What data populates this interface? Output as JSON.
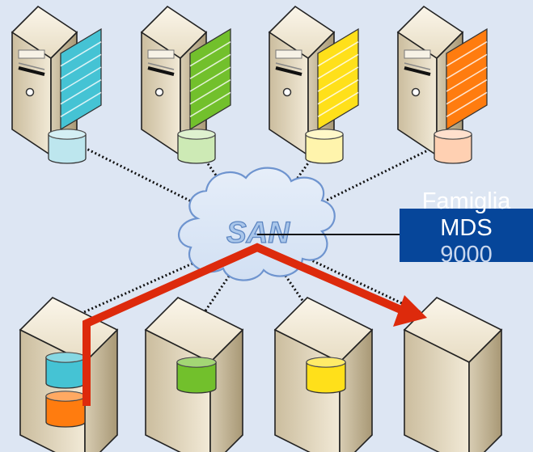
{
  "cloud": {
    "label": "SAN"
  },
  "switch_label": {
    "lines": [
      "Famiglia",
      "MDS",
      "9000"
    ]
  },
  "colors": {
    "background": "#dde6f3",
    "server_1": "#45c3d4",
    "server_2": "#72c02c",
    "server_3": "#ffe01a",
    "server_4": "#ff7c0f",
    "migration_arrow": "#dd2a0c",
    "switch_box": "#06469a"
  },
  "servers": [
    {
      "id": "server-cyan",
      "color": "#45c3d4",
      "disk": "#bde6ee"
    },
    {
      "id": "server-green",
      "color": "#72c02c",
      "disk": "#cdeab5"
    },
    {
      "id": "server-yellow",
      "color": "#ffe01a",
      "disk": "#fff4ac"
    },
    {
      "id": "server-orange",
      "color": "#ff7c0f",
      "disk": "#ffd0b2"
    }
  ],
  "storage": [
    {
      "id": "storage-1",
      "disks": [
        "#45c3d4",
        "#ff7c0f"
      ]
    },
    {
      "id": "storage-2",
      "disks": [
        "#72c02c"
      ]
    },
    {
      "id": "storage-3",
      "disks": [
        "#ffe01a"
      ]
    },
    {
      "id": "storage-4",
      "disks": []
    }
  ]
}
